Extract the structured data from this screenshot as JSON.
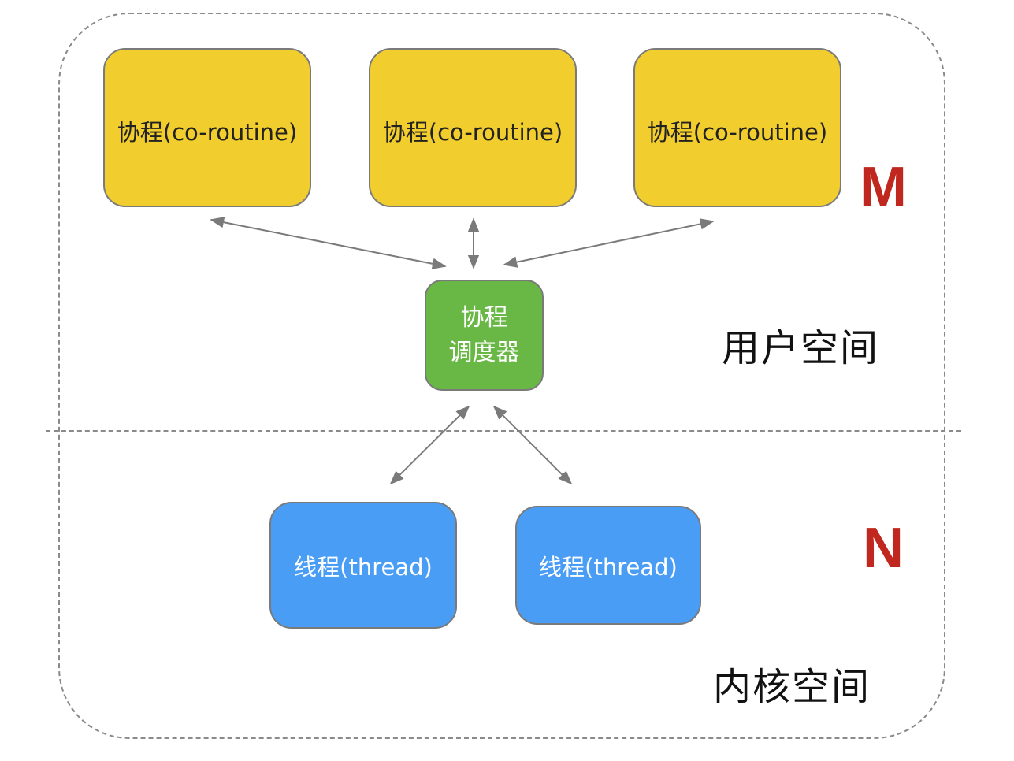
{
  "diagram": {
    "coroutines": [
      {
        "label": "协程(co-routine)"
      },
      {
        "label": "协程(co-routine)"
      },
      {
        "label": "协程(co-routine)"
      }
    ],
    "scheduler": {
      "line1": "协程",
      "line2": "调度器"
    },
    "threads": [
      {
        "label": "线程(thread)"
      },
      {
        "label": "线程(thread)"
      }
    ],
    "m_label": "M",
    "n_label": "N",
    "user_space_label": "用户空间",
    "kernel_space_label": "内核空间",
    "colors": {
      "coroutine": "#f2cd2e",
      "scheduler": "#69b845",
      "thread": "#4a9df5",
      "accent_letters": "#c0281f"
    }
  }
}
